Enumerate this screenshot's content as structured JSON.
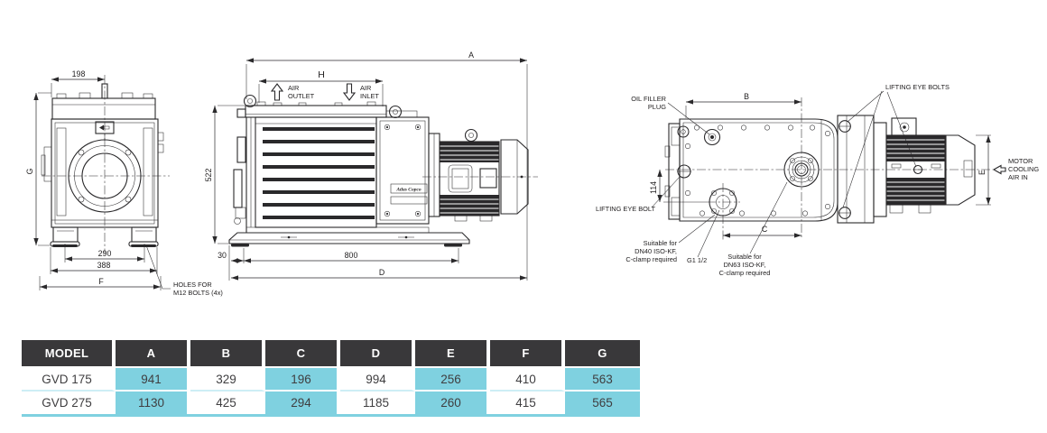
{
  "colors": {
    "accent_cyan": "#7fd1e0",
    "header_dark": "#39383a",
    "line": "#2a292b"
  },
  "drawing": {
    "front_view": {
      "dim_width_top": "198",
      "dim_height": "G",
      "dim_feet_holes": "290",
      "dim_feet_width": "388",
      "dim_overall_width": "F",
      "note_holes": [
        "HOLES FOR",
        "M12 BOLTS (4x)"
      ]
    },
    "side_view": {
      "dim_overall_length": "A",
      "dim_top_length": "H",
      "air_outlet": [
        "AIR",
        "OUTLET"
      ],
      "air_inlet": [
        "AIR",
        "INLET"
      ],
      "dim_height": "522",
      "dim_base_offset": "30",
      "dim_base_length": "800",
      "dim_total_length": "D",
      "brand": "Atlas Copco"
    },
    "top_view": {
      "oil_filler": [
        "OIL FILLER",
        "PLUG"
      ],
      "dim_flange_offset": "B",
      "dim_inlet_offset": "114",
      "lifting_eye_bolt": "LIFTING EYE BOLT",
      "lifting_eye_bolts": "LIFTING EYE BOLTS",
      "dim_flange_spacing": "C",
      "dim_motor_height": "E",
      "motor_cooling": [
        "MOTOR",
        "COOLING",
        "AIR IN"
      ],
      "dn40_note": [
        "Suitable for",
        "DN40 ISO-KF,",
        "C-clamp required"
      ],
      "thread_label": "G1 1/2",
      "dn63_note": [
        "Suitable for",
        "DN63 ISO-KF,",
        "C-clamp required"
      ]
    }
  },
  "table": {
    "headers": [
      "MODEL",
      "A",
      "B",
      "C",
      "D",
      "E",
      "F",
      "G"
    ],
    "rows": [
      {
        "model": "GVD 175",
        "A": "941",
        "B": "329",
        "C": "196",
        "D": "994",
        "E": "256",
        "F": "410",
        "G": "563"
      },
      {
        "model": "GVD 275",
        "A": "1130",
        "B": "425",
        "C": "294",
        "D": "1185",
        "E": "260",
        "F": "415",
        "G": "565"
      }
    ]
  }
}
